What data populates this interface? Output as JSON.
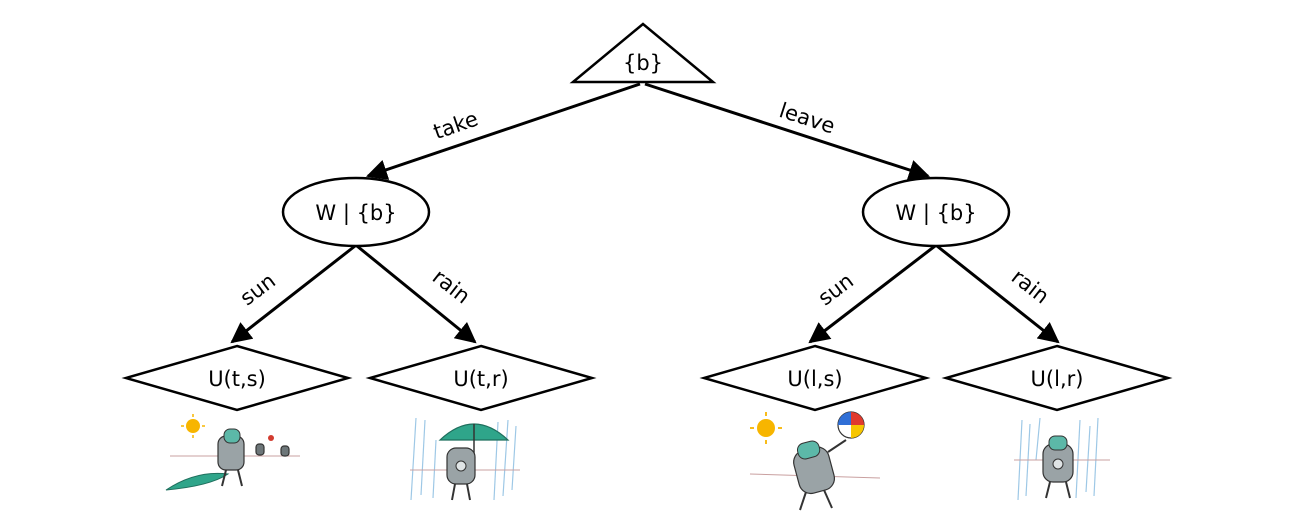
{
  "root": {
    "label": "{b}",
    "shape": "triangle"
  },
  "edges": {
    "take": "take",
    "leave": "leave",
    "take_sun": "sun",
    "take_rain": "rain",
    "leave_sun": "sun",
    "leave_rain": "rain"
  },
  "chance_nodes": {
    "left": {
      "label": "W | {b}",
      "shape": "ellipse"
    },
    "right": {
      "label": "W | {b}",
      "shape": "ellipse"
    }
  },
  "utility_nodes": {
    "ts": {
      "label": "U(t,s)",
      "shape": "diamond"
    },
    "tr": {
      "label": "U(t,r)",
      "shape": "diamond"
    },
    "ls": {
      "label": "U(l,s)",
      "shape": "diamond"
    },
    "lr": {
      "label": "U(l,r)",
      "shape": "diamond"
    }
  },
  "illustrations": {
    "ts": "robot-with-umbrella-in-sun",
    "tr": "robot-under-umbrella-in-rain",
    "ls": "robot-with-beach-ball-in-sun",
    "lr": "robot-wet-in-rain"
  },
  "colors": {
    "stroke": "#000000",
    "umbrella": "#2fa58a",
    "sun": "#f7b500",
    "rain": "#9ec8e6"
  }
}
